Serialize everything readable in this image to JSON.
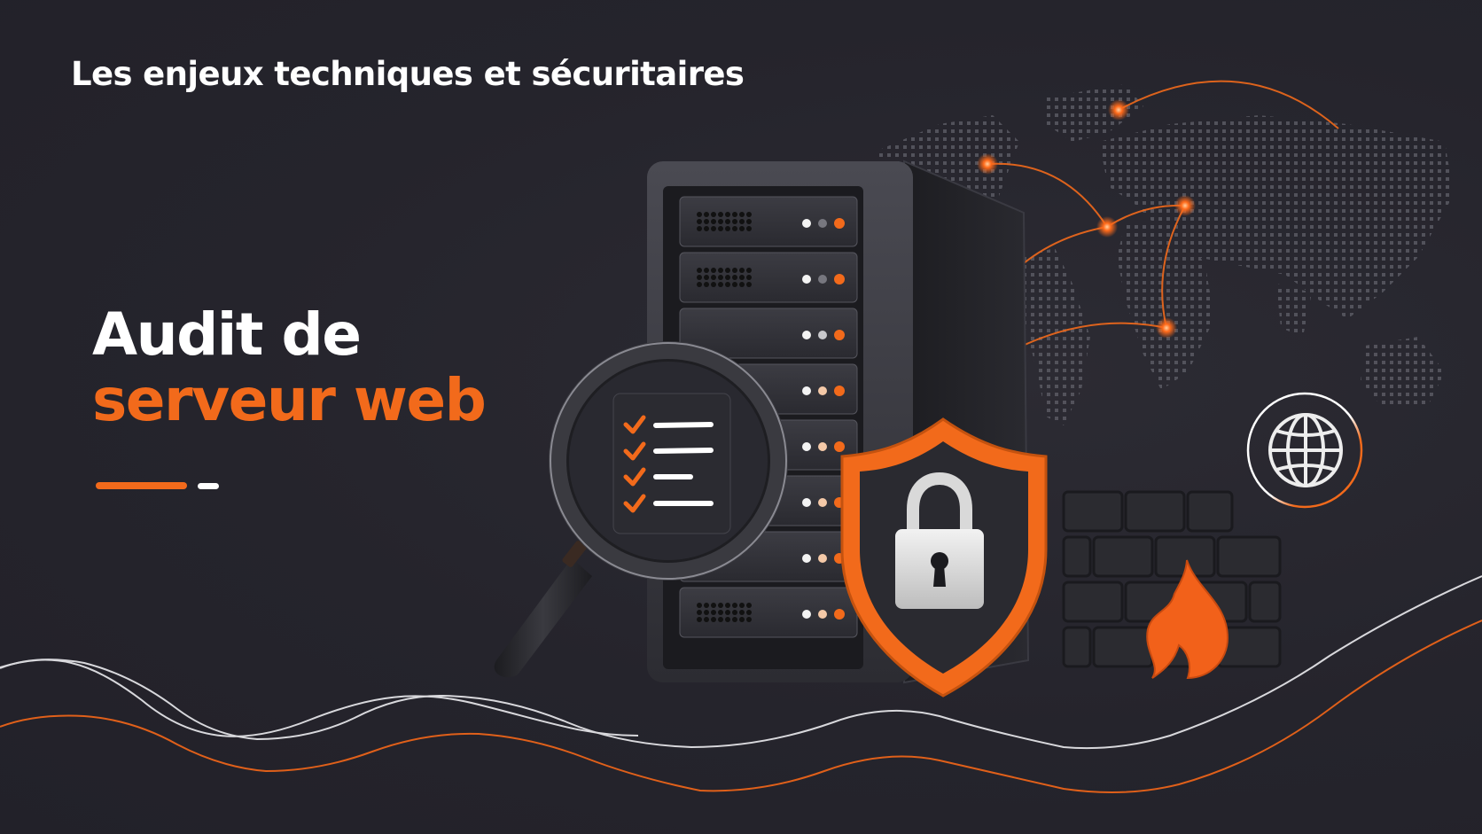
{
  "banner": {
    "subtitle": "Les enjeux techniques et sécuritaires",
    "title_line1": "Audit de",
    "title_line2": "serveur web"
  },
  "colors": {
    "background": "#25242c",
    "accent": "#f26a1b",
    "text": "#ffffff"
  },
  "illustration": {
    "icons": [
      "server-rack-icon",
      "magnifier-checklist-icon",
      "shield-lock-icon",
      "firewall-brick-icon",
      "flame-icon",
      "globe-icon",
      "world-map-network"
    ],
    "checklist_items": 4,
    "server_units": 8
  }
}
